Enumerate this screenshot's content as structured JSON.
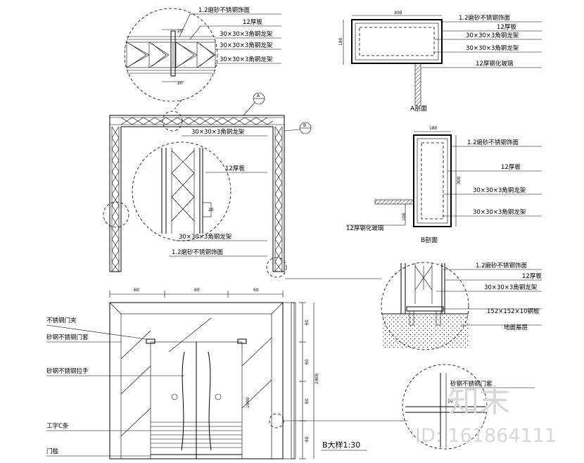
{
  "drawing": {
    "detail_top": {
      "labels": [
        "1.2磨砂不锈钢饰面",
        "12厚板",
        "30×30×3角钢龙架",
        "30×30×3角钢龙架",
        "30×30×3角钢龙架"
      ]
    },
    "section_a": {
      "caption": "A剖面",
      "labels": [
        "1.2磨砂不锈钢饰面",
        "12厚板",
        "30×30×3角钢龙架",
        "30×30×3角钢龙架",
        "12厚钢化玻璃"
      ],
      "dims": [
        "300",
        "180"
      ]
    },
    "section_b": {
      "caption": "B剖面",
      "labels": [
        "1.2磨砂不锈钢饰面",
        "12厚板",
        "30×30×3角钢龙架",
        "30×30×3角钢龙架",
        "12厚钢化玻璃"
      ],
      "dims": [
        "180",
        "300",
        "100"
      ]
    },
    "frame_elevation": {
      "callout_a": "A",
      "callout_b": "B",
      "labels": [
        "30×30×3角钢龙架",
        "12厚板",
        "30×30×3角钢龙架",
        "1.2磨砂不锈钢饰面"
      ],
      "dims": [
        "20"
      ]
    },
    "detail_bottom_right": {
      "labels": [
        "1.2磨砂不锈钢饰面",
        "12厚板",
        "30×30×3角钢龙架",
        "152×152×10钢板",
        "地面基层"
      ]
    },
    "door_elevation": {
      "labels": [
        "不锈钢门夹",
        "砂钢不锈钢门套",
        "砂钢不锈钢拉手",
        "工字C条",
        "门槛"
      ],
      "dims_top": [
        "60",
        "60",
        "60"
      ],
      "dims_right": [
        "60",
        "60",
        "60",
        "60"
      ],
      "dim_total": "2400",
      "dim_inner": "1000"
    },
    "detail_br_small": {
      "labels": [
        "砂钢不锈钢门套"
      ],
      "dims": [
        "10"
      ]
    },
    "scale_caption": "B大样1:30",
    "watermark": {
      "brand": "知末",
      "id": "ID: 161864111"
    }
  }
}
